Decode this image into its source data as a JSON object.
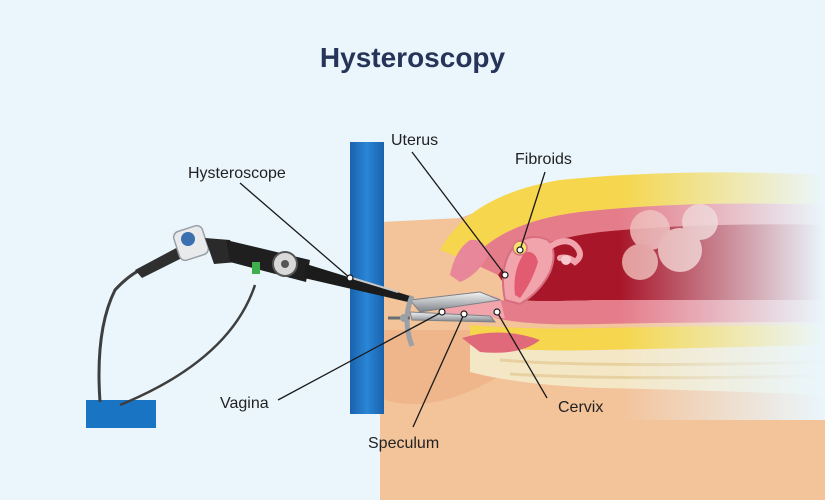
{
  "title": "Hysteroscopy",
  "labels": {
    "uterus": "Uterus",
    "fibroids": "Fibroids",
    "hysteroscope": "Hysteroscope",
    "vagina": "Vagina",
    "cervix": "Cervix",
    "speculum": "Speculum"
  },
  "colors": {
    "background": "#eaf6fc",
    "title": "#253458",
    "bar": "#1f73c2",
    "monitor": "#1a74c4",
    "skin": "#f3c39a",
    "fat": "#f5d64c",
    "uterus_wall": "#e57c8a",
    "cavity": "#a8162a",
    "pink": "#f2a4ad"
  }
}
